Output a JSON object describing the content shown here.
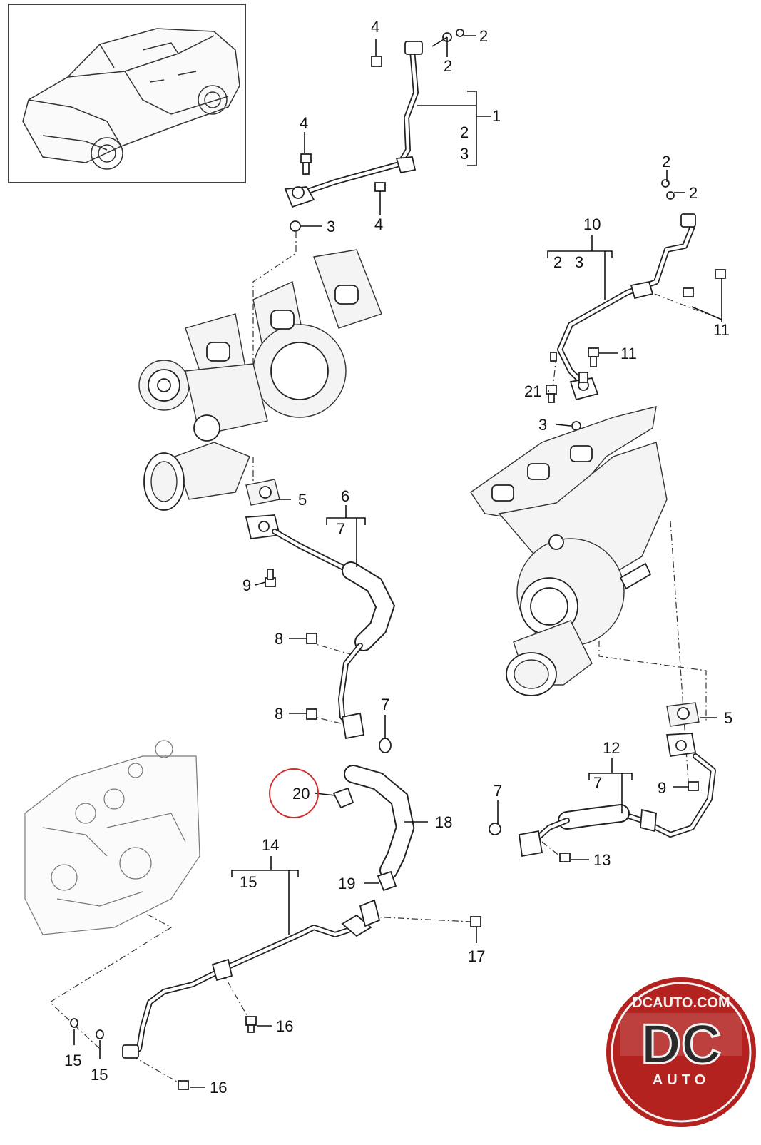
{
  "callouts": [
    {
      "id": "c4a",
      "text": "4"
    },
    {
      "id": "c2a",
      "text": "2"
    },
    {
      "id": "c2b",
      "text": "2"
    },
    {
      "id": "c1",
      "text": "1"
    },
    {
      "id": "c2c",
      "text": "2"
    },
    {
      "id": "c3a",
      "text": "3"
    },
    {
      "id": "c4b",
      "text": "4"
    },
    {
      "id": "c3b",
      "text": "3"
    },
    {
      "id": "c4c",
      "text": "4"
    },
    {
      "id": "c2d",
      "text": "2"
    },
    {
      "id": "c2e",
      "text": "2"
    },
    {
      "id": "c10",
      "text": "10"
    },
    {
      "id": "c2f",
      "text": "2"
    },
    {
      "id": "c3c",
      "text": "3"
    },
    {
      "id": "c11a",
      "text": "11"
    },
    {
      "id": "c11b",
      "text": "11"
    },
    {
      "id": "c21",
      "text": "21"
    },
    {
      "id": "c3d",
      "text": "3"
    },
    {
      "id": "c5a",
      "text": "5"
    },
    {
      "id": "c6",
      "text": "6"
    },
    {
      "id": "c7a",
      "text": "7"
    },
    {
      "id": "c9a",
      "text": "9"
    },
    {
      "id": "c8a",
      "text": "8"
    },
    {
      "id": "c8b",
      "text": "8"
    },
    {
      "id": "c7b",
      "text": "7"
    },
    {
      "id": "c5b",
      "text": "5"
    },
    {
      "id": "c12",
      "text": "12"
    },
    {
      "id": "c7c",
      "text": "7"
    },
    {
      "id": "c9b",
      "text": "9"
    },
    {
      "id": "c7d",
      "text": "7"
    },
    {
      "id": "c13",
      "text": "13"
    },
    {
      "id": "c20",
      "text": "20"
    },
    {
      "id": "c18",
      "text": "18"
    },
    {
      "id": "c14",
      "text": "14"
    },
    {
      "id": "c15a",
      "text": "15"
    },
    {
      "id": "c19",
      "text": "19"
    },
    {
      "id": "c17",
      "text": "17"
    },
    {
      "id": "c16a",
      "text": "16"
    },
    {
      "id": "c15b",
      "text": "15"
    },
    {
      "id": "c15c",
      "text": "15"
    },
    {
      "id": "c16b",
      "text": "16"
    }
  ],
  "logo": {
    "top_text": "DCAUTO.COM",
    "mark": "DC",
    "sub": "AUTO"
  },
  "colors": {
    "highlight_circle": "#d32f2f",
    "logo_red": "#b3221e",
    "logo_dark": "#2a2a2a",
    "logo_light": "#f2f2f2"
  }
}
